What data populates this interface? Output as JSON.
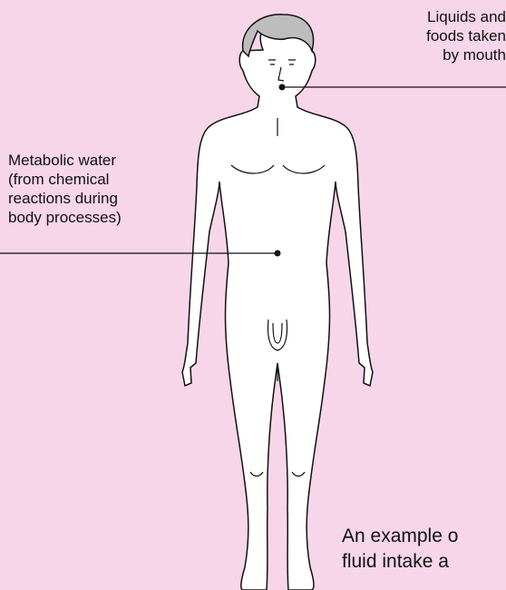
{
  "labels": {
    "intake_mouth": "Liquids and\nfoods taken\nby mouth",
    "metabolic_water": "Metabolic water\n(from chemical\nreactions during\nbody processes)"
  },
  "caption": "An example o\nfluid intake a",
  "colors": {
    "background": "#f6d6e8",
    "figure_fill": "#ffffff",
    "stroke": "#111111"
  }
}
